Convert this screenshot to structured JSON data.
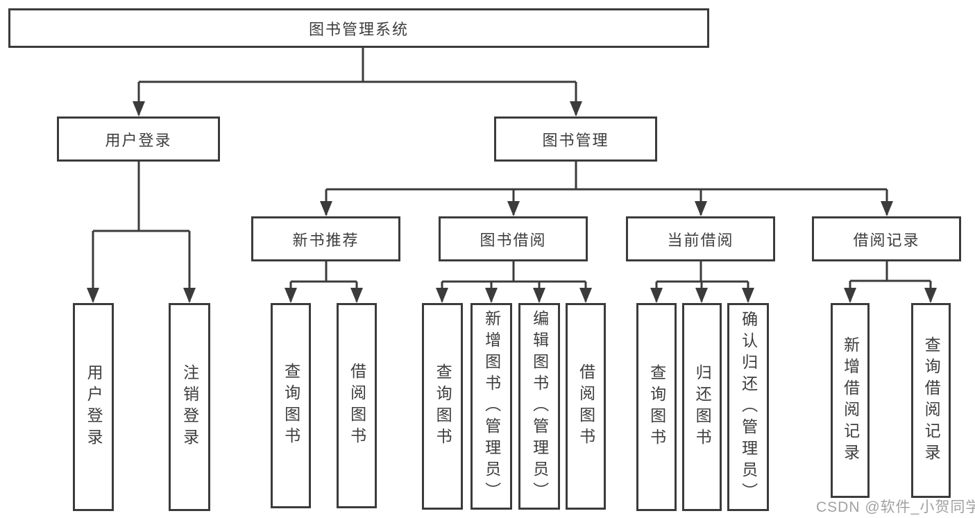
{
  "diagram": {
    "root": {
      "id": "library-management-system",
      "label": "图书管理系统"
    },
    "level2": [
      {
        "id": "user-login",
        "label": "用户登录",
        "parent": "library-management-system"
      },
      {
        "id": "book-management",
        "label": "图书管理",
        "parent": "library-management-system"
      }
    ],
    "level3": [
      {
        "id": "new-book-recommendation",
        "label": "新书推荐",
        "parent": "book-management"
      },
      {
        "id": "book-borrowing",
        "label": "图书借阅",
        "parent": "book-management"
      },
      {
        "id": "current-borrowing",
        "label": "当前借阅",
        "parent": "book-management"
      },
      {
        "id": "borrowing-records",
        "label": "借阅记录",
        "parent": "book-management"
      }
    ],
    "leaves": [
      {
        "id": "user-login-action",
        "label": "用户登录",
        "parent": "user-login"
      },
      {
        "id": "logout-action",
        "label": "注销登录",
        "parent": "user-login"
      },
      {
        "id": "query-books-recommend",
        "label": "查询图书",
        "parent": "new-book-recommendation"
      },
      {
        "id": "borrow-books-recommend",
        "label": "借阅图书",
        "parent": "new-book-recommendation"
      },
      {
        "id": "query-books-borrowing",
        "label": "查询图书",
        "parent": "book-borrowing"
      },
      {
        "id": "add-books-admin",
        "label": "新增图书（管理员）",
        "parent": "book-borrowing"
      },
      {
        "id": "edit-books-admin",
        "label": "编辑图书（管理员）",
        "parent": "book-borrowing"
      },
      {
        "id": "borrow-books-borrowing",
        "label": "借阅图书",
        "parent": "book-borrowing"
      },
      {
        "id": "query-books-current",
        "label": "查询图书",
        "parent": "current-borrowing"
      },
      {
        "id": "return-books",
        "label": "归还图书",
        "parent": "current-borrowing"
      },
      {
        "id": "confirm-return-admin",
        "label": "确认归还（管理员）",
        "parent": "current-borrowing"
      },
      {
        "id": "add-borrowing-record",
        "label": "新增借阅记录",
        "parent": "borrowing-records"
      },
      {
        "id": "query-borrowing-record",
        "label": "查询借阅记录",
        "parent": "borrowing-records"
      }
    ]
  },
  "watermark": {
    "text": "CSDN @软件_小贺同学"
  },
  "colors": {
    "line": "#3b3b3b",
    "box_border": "#3b3b3b",
    "text": "#3d3d3d",
    "background": "#ffffff",
    "watermark": "#7d7d7d"
  }
}
